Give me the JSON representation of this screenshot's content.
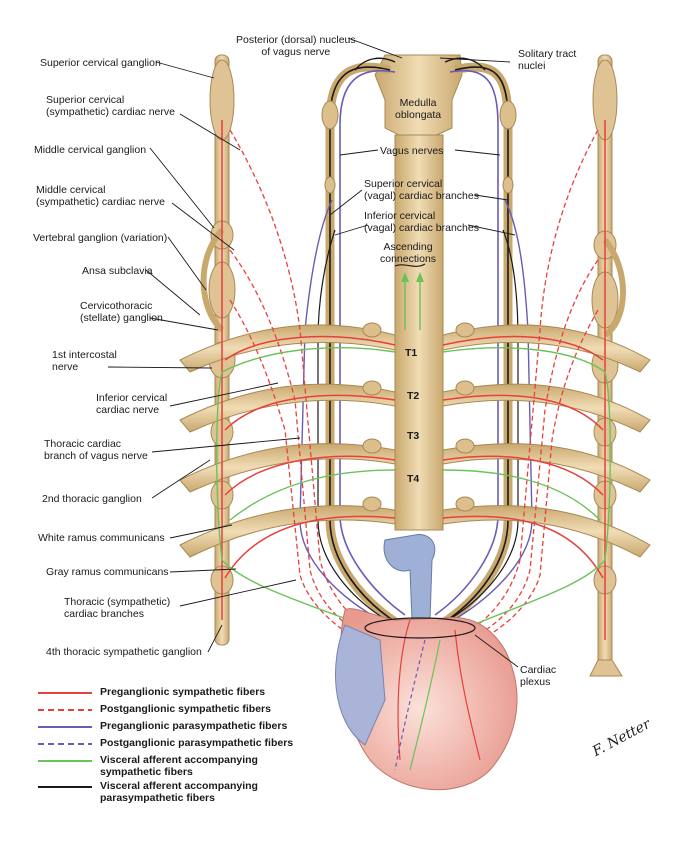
{
  "labels": {
    "posterior_nucleus": "Posterior (dorsal) nucleus\nof vagus nerve",
    "solitary_tract": "Solitary tract\nnuclei",
    "medulla": "Medulla\noblongata",
    "superior_cervical_ganglion": "Superior cervical ganglion",
    "superior_cervical_cardiac_nerve": "Superior cervical\n(sympathetic) cardiac nerve",
    "middle_cervical_ganglion": "Middle cervical ganglion",
    "middle_cervical_cardiac_nerve": "Middle cervical\n(sympathetic) cardiac nerve",
    "vertebral_ganglion": "Vertebral ganglion (variation)",
    "ansa_subclavia": "Ansa subclavia",
    "cervicothoracic_ganglion": "Cervicothoracic\n(stellate) ganglion",
    "first_intercostal": "1st intercostal\nnerve",
    "inferior_cervical_cardiac_nerve": "Inferior cervical\ncardiac nerve",
    "thoracic_cardiac_branch_vagus": "Thoracic cardiac\nbranch of vagus nerve",
    "second_thoracic_ganglion": "2nd thoracic ganglion",
    "white_ramus": "White ramus communicans",
    "gray_ramus": "Gray ramus communicans",
    "thoracic_sympathetic_cardiac_branches": "Thoracic (sympathetic)\ncardiac branches",
    "fourth_thoracic_ganglion": "4th thoracic sympathetic ganglion",
    "vagus_nerves": "Vagus nerves",
    "superior_cervical_vagal": "Superior cervical\n(vagal) cardiac branches",
    "inferior_cervical_vagal": "Inferior cervical\n(vagal) cardiac branches",
    "ascending_connections": "Ascending\nconnections",
    "cardiac_plexus": "Cardiac\nplexus",
    "t1": "T1",
    "t2": "T2",
    "t3": "T3",
    "t4": "T4"
  },
  "legend": [
    {
      "label": "Preganglionic sympathetic fibers",
      "color": "#e8403a",
      "style": "solid"
    },
    {
      "label": "Postganglionic sympathetic fibers",
      "color": "#e8403a",
      "style": "dashed"
    },
    {
      "label": "Preganglionic parasympathetic fibers",
      "color": "#6a5bb5",
      "style": "solid"
    },
    {
      "label": "Postganglionic parasympathetic fibers",
      "color": "#6a5bb5",
      "style": "dashed"
    },
    {
      "label": "Visceral afferent accompanying\nsympathetic fibers",
      "color": "#6cc25a",
      "style": "solid"
    },
    {
      "label": "Visceral afferent accompanying\nparasympathetic fibers",
      "color": "#1a1a1a",
      "style": "solid"
    }
  ],
  "signature": "F. Netter",
  "colors": {
    "nerve_tan": "#e2c79a",
    "nerve_outline": "#b8965f",
    "heart_pink": "#f2b9b0",
    "heart_blue": "#9fb0d6"
  }
}
